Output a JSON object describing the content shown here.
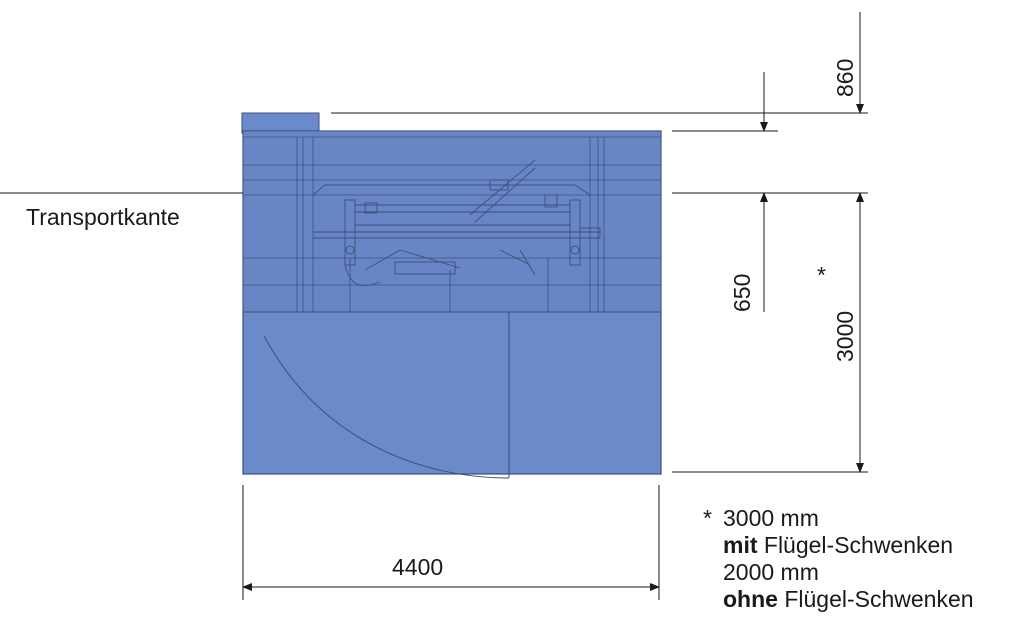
{
  "labels": {
    "transport_edge": "Transportkante",
    "width": "4400",
    "top_offset": "860",
    "beam_depth": "650",
    "depth": "3000",
    "asterisk": "*"
  },
  "footnote": {
    "marker": "*",
    "line1": "3000 mm",
    "line2_bold": "mit",
    "line2_rest": " Flügel-Schwenken",
    "line3": "2000 mm",
    "line4_bold": "ohne",
    "line4_rest": " Flügel-Schwenken"
  },
  "colors": {
    "body_fill": "#6a8ac9",
    "outline": "#3d4f7a",
    "dim_line": "#1a1a1a"
  }
}
